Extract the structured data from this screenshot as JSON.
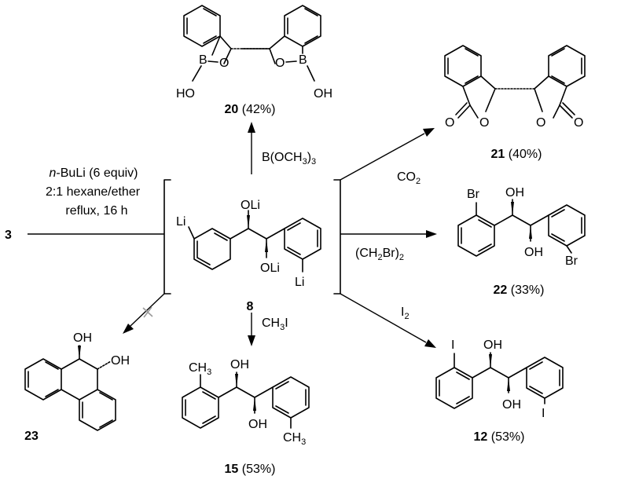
{
  "reagents": {
    "reactant": "3",
    "nbuli_prefix": "n",
    "nbuli_rest": "-BuLi (6 equiv)",
    "solvent": "2:1 hexane/ether",
    "conditions": "reflux, 16 h",
    "intermediate": "8"
  },
  "arrows": {
    "to20": {
      "a": "B(OCH",
      "sub": "3",
      "b": ")",
      "sub2": "3"
    },
    "to21": {
      "a": "CO",
      "sub": "2"
    },
    "to22": {
      "a": "(CH",
      "sub": "2",
      "b": "Br)",
      "sub2": "2"
    },
    "to12": {
      "a": "I",
      "sub": "2"
    },
    "to15": "CH3I"
  },
  "compounds": {
    "c20": {
      "num": "20",
      "yield": " (42%)"
    },
    "c21": {
      "num": "21",
      "yield": " (40%)"
    },
    "c22": {
      "num": "22",
      "yield": " (33%)"
    },
    "c12": {
      "num": "12",
      "yield": " (53%)"
    },
    "c15": {
      "num": "15",
      "yield": " (53%)"
    },
    "c23": {
      "num": "23",
      "yield": ""
    }
  },
  "atoms": {
    "Li": "Li",
    "OLi": "OLi",
    "OH": "OH",
    "HO": "HO",
    "B": "B",
    "O": "O",
    "Br": "Br",
    "I": "I",
    "CH3": "CH3"
  }
}
